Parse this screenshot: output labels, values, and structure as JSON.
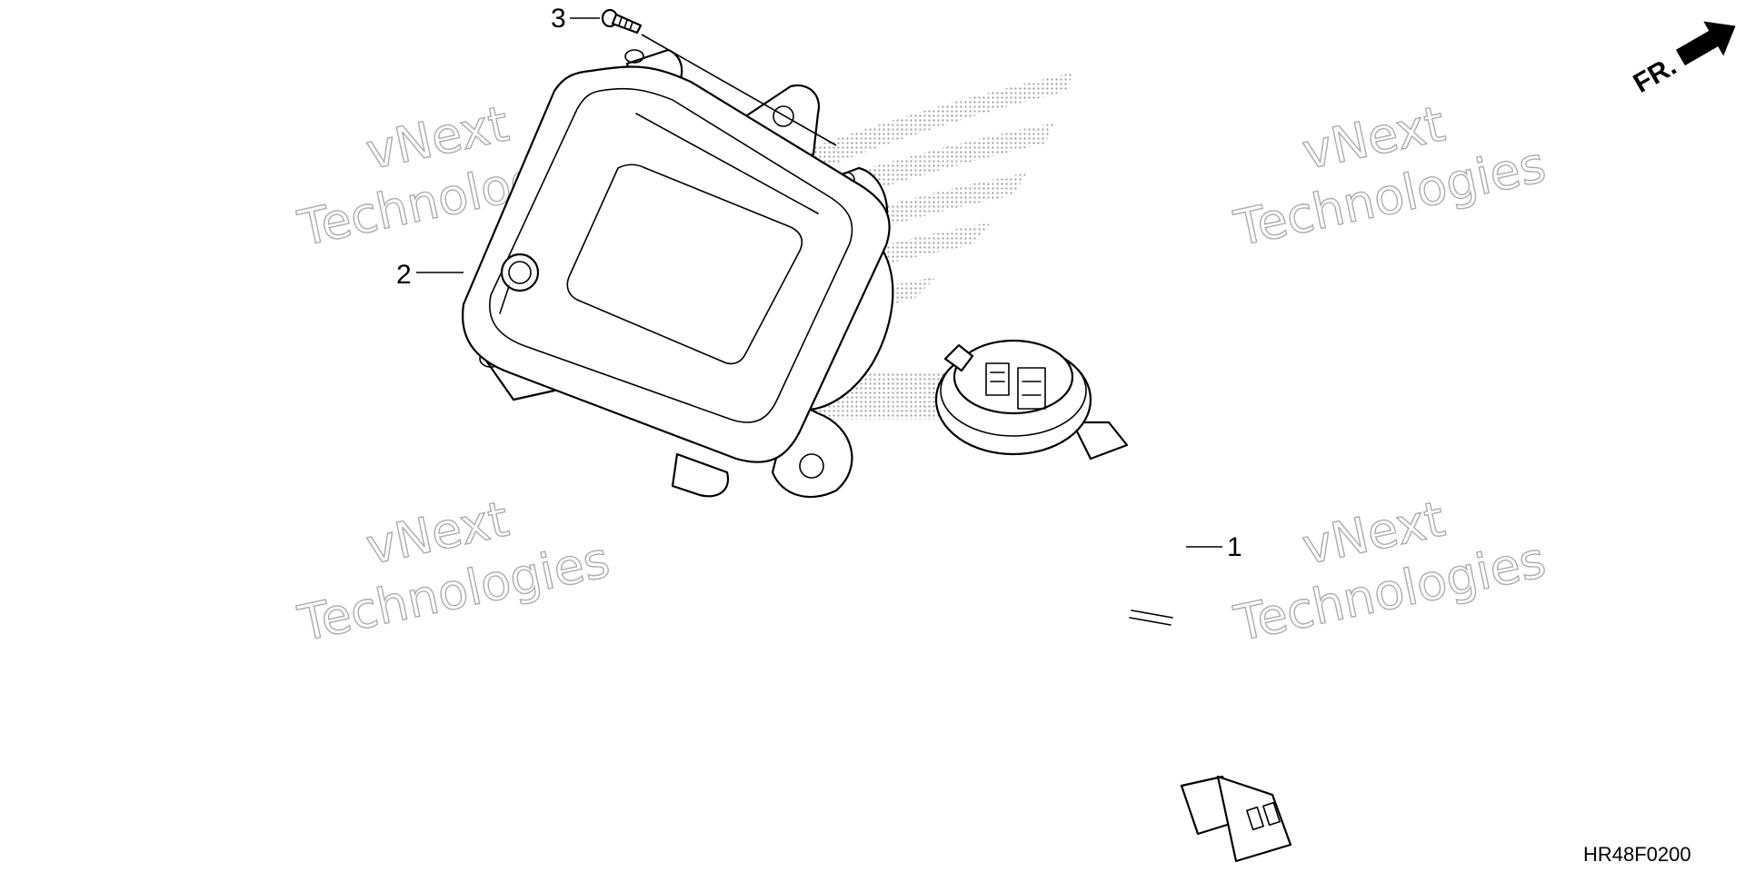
{
  "callouts": {
    "part_1": "1",
    "part_2": "2",
    "part_3": "3"
  },
  "direction_indicator": {
    "label": "FR.",
    "icon": "front-arrow-icon"
  },
  "diagram_code": "HR48F0200",
  "watermark": {
    "line1": "vNext",
    "line2": "Technologies"
  },
  "colors": {
    "line": "#000000",
    "background": "#ffffff",
    "emblem_dots": "#9a9a9a",
    "watermark_outline": "#a8a8a8"
  }
}
